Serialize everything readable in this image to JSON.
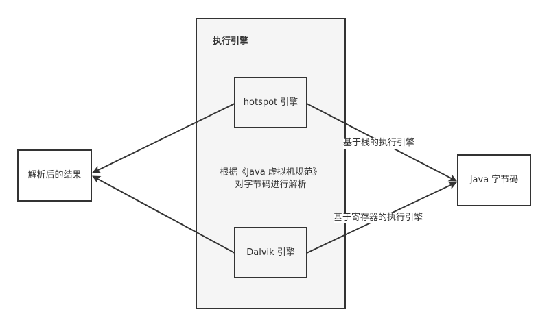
{
  "container": {
    "title": "执行引擎"
  },
  "nodes": {
    "hotspot": "hotspot 引擎",
    "dalvik": "Dalvik 引擎",
    "result": "解析后的结果",
    "bytecode": "Java 字节码"
  },
  "note": {
    "line1": "根据《Java 虚拟机规范》",
    "line2": "对字节码进行解析"
  },
  "edges": {
    "stack_based": "基于栈的执行引擎",
    "register_based": "基于寄存器的执行引擎"
  },
  "colors": {
    "stroke": "#333333",
    "container_fill": "#f5f5f5"
  }
}
